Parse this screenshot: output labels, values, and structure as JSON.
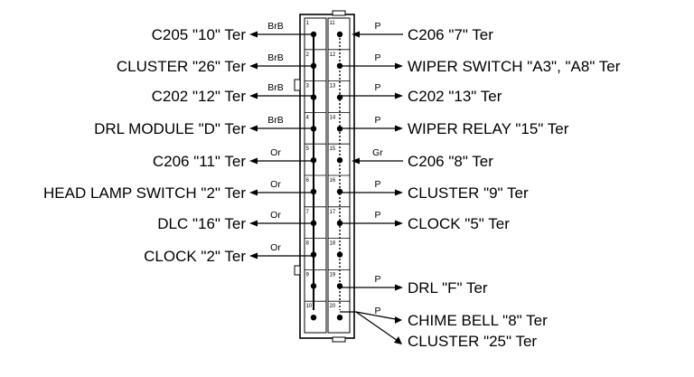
{
  "left": {
    "rows": [
      {
        "label": "C205 \"10\" Ter",
        "wire": "BrB"
      },
      {
        "label": "CLUSTER \"26\" Ter",
        "wire": "BrB"
      },
      {
        "label": "C202 \"12\" Ter",
        "wire": "BrB"
      },
      {
        "label": "DRL MODULE \"D\" Ter",
        "wire": "BrB"
      },
      {
        "label": "C206 \"11\" Ter",
        "wire": "Or"
      },
      {
        "label": "HEAD LAMP SWITCH \"2\" Ter",
        "wire": "Or"
      },
      {
        "label": "DLC \"16\" Ter",
        "wire": "Or"
      },
      {
        "label": "CLOCK \"2\" Ter",
        "wire": "Or"
      }
    ]
  },
  "right": {
    "rows": [
      {
        "label": "C206 \"7\" Ter",
        "wire": "P"
      },
      {
        "label": "WIPER SWITCH \"A3\", \"A8\" Ter",
        "wire": "P"
      },
      {
        "label": "C202 \"13\" Ter",
        "wire": "P"
      },
      {
        "label": "WIPER RELAY \"15\" Ter",
        "wire": "P"
      },
      {
        "label": "C206 \"8\" Ter",
        "wire": "Gr"
      },
      {
        "label": "CLUSTER \"9\" Ter",
        "wire": "P"
      },
      {
        "label": "CLOCK \"5\" Ter",
        "wire": "P"
      },
      {
        "label": "DRL \"F\" Ter",
        "wire": "P"
      },
      {
        "label": "CHIME BELL \"8\" Ter",
        "wire": "P"
      },
      {
        "label": "CLUSTER \"25\" Ter",
        "wire": ""
      }
    ]
  },
  "connector": {
    "left_pins": [
      "1",
      "2",
      "3",
      "4",
      "5",
      "6",
      "7",
      "8",
      "9",
      "10"
    ],
    "right_pins": [
      "11",
      "12",
      "13",
      "14",
      "15",
      "16",
      "17",
      "18",
      "19",
      "20"
    ]
  }
}
